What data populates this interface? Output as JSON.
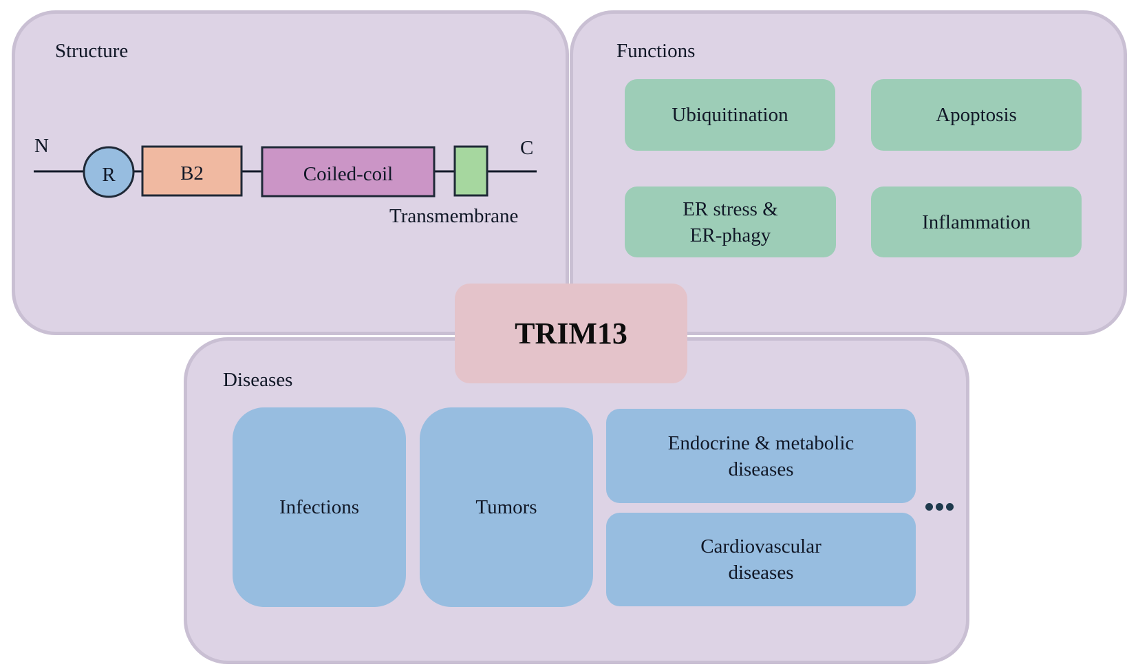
{
  "center": {
    "label": "TRIM13"
  },
  "structure": {
    "title": "Structure",
    "n_terminus": "N",
    "c_terminus": "C",
    "domains": [
      {
        "label": "R",
        "shape": "circle",
        "color": "#97bde0"
      },
      {
        "label": "B2",
        "shape": "rect",
        "color": "#f0b9a1"
      },
      {
        "label": "Coiled-coil",
        "shape": "rect",
        "color": "#cb95c6"
      },
      {
        "label": "",
        "shape": "rect",
        "color": "#a6d79f"
      }
    ],
    "transmembrane_label": "Transmembrane"
  },
  "functions": {
    "title": "Functions",
    "items": [
      "Ubiquitination",
      "Apoptosis",
      "ER stress &\nER-phagy",
      "Inflammation"
    ]
  },
  "diseases": {
    "title": "Diseases",
    "items": [
      "Infections",
      "Tumors",
      "Endocrine & metabolic\ndiseases",
      "Cardiovascular\ndiseases"
    ],
    "more_icon": "ellipsis-icon"
  },
  "colors": {
    "panel_bg": "#ddd3e5",
    "panel_border": "#c9bfd3",
    "center_bg": "#e4c3ca",
    "function_bg": "#9dcdb7",
    "disease_bg": "#97bde0"
  }
}
